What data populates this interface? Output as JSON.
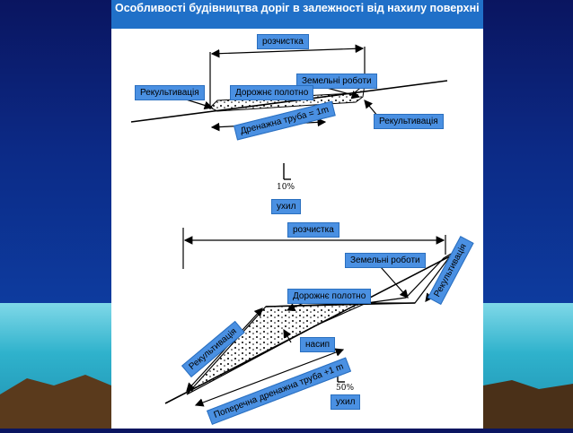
{
  "title": "Особливості будівництва доріг в залежності від нахилу поверхні",
  "top_diagram": {
    "clearing": "розчистка",
    "earthworks": "Земельні роботи",
    "reclamation_left": "Рекультивація",
    "roadbed": "Дорожнє полотно",
    "reclamation_right": "Рекультивація",
    "drain_pipe": "Дренажна труба = 1m",
    "slope_percent": "10%",
    "slope": "ухил"
  },
  "bottom_diagram": {
    "clearing": "розчистка",
    "earthworks": "Земельні роботи",
    "roadbed": "Дорожнє полотно",
    "reclamation_right": "Рекультивація",
    "reclamation_left": "Рекультивація",
    "embankment": "насип",
    "cross_drain_pipe": "Поперечна дренажна труба +1 m",
    "slope_percent": "50%",
    "slope": "ухил"
  },
  "colors": {
    "label_bg": "#4a90e2",
    "title_bg": "#2070c8"
  }
}
